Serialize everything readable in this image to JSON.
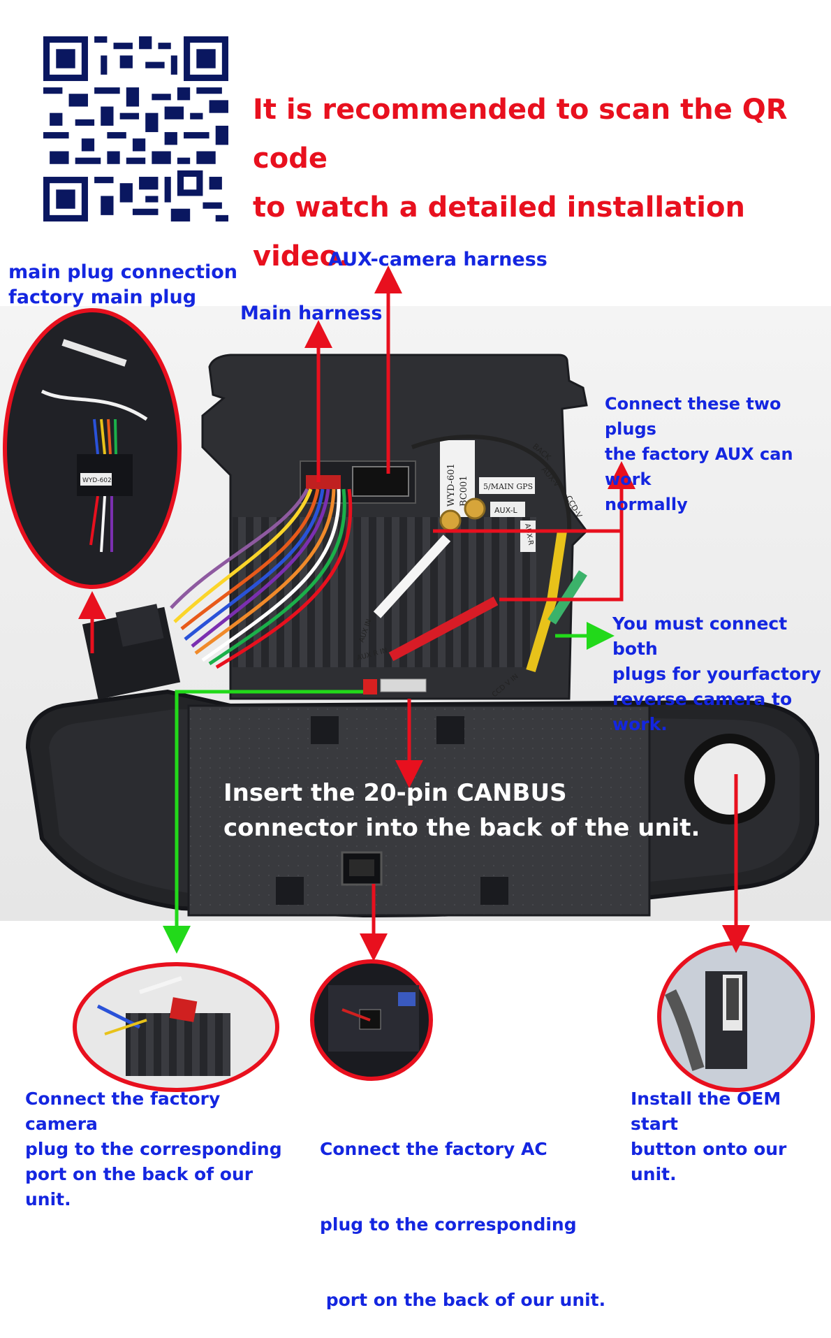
{
  "header": {
    "line1": "It is recommended to scan the QR code",
    "line2": "to watch a detailed installation video."
  },
  "labels": {
    "main_plug_line1": "main plug connection",
    "main_plug_line2": "factory main plug",
    "aux_camera_harness": "AUX-camera harness",
    "main_harness": "Main harness",
    "connect_two_line1": "Connect these two plugs",
    "connect_two_line2": "the factory AUX can work",
    "connect_two_line3": "normally",
    "must_connect_line1": "You must connect both",
    "must_connect_line2": "plugs for yourfactory",
    "must_connect_line3": "reverse camera to work.",
    "canbus_line1": "Insert the 20-pin CANBUS",
    "canbus_line2": "connector into the back of the unit.",
    "camera_line1": "Connect the factory camera",
    "camera_line2": "plug to the corresponding",
    "camera_line3": "port on the back of our unit.",
    "ac_line1": "Connect the factory AC",
    "ac_line2": "plug to the corresponding",
    "ac_line3": " port on the back of our unit.",
    "start_line1": "Install the OEM start",
    "start_line2": "button onto our unit."
  },
  "unit_labels": {
    "model": "WYD-601",
    "board": "BC001",
    "gps": "5/MAIN GPS",
    "aux_l": "AUX-L",
    "aux_r": "AUX-R",
    "back": "BACK",
    "aux_v": "AUX-V",
    "ccd_v": "CCD-V",
    "aux_in": "AUX IN",
    "aux_r_in": "AUX R IN",
    "ccd_v_in": "CCD V IN",
    "inset_plug": "WYD-602"
  },
  "colors": {
    "red": "#e8101e",
    "blue": "#1426e0",
    "green": "#22d91a",
    "unit_body": "#2e2f33"
  },
  "icons": [
    "qr-code-icon"
  ]
}
